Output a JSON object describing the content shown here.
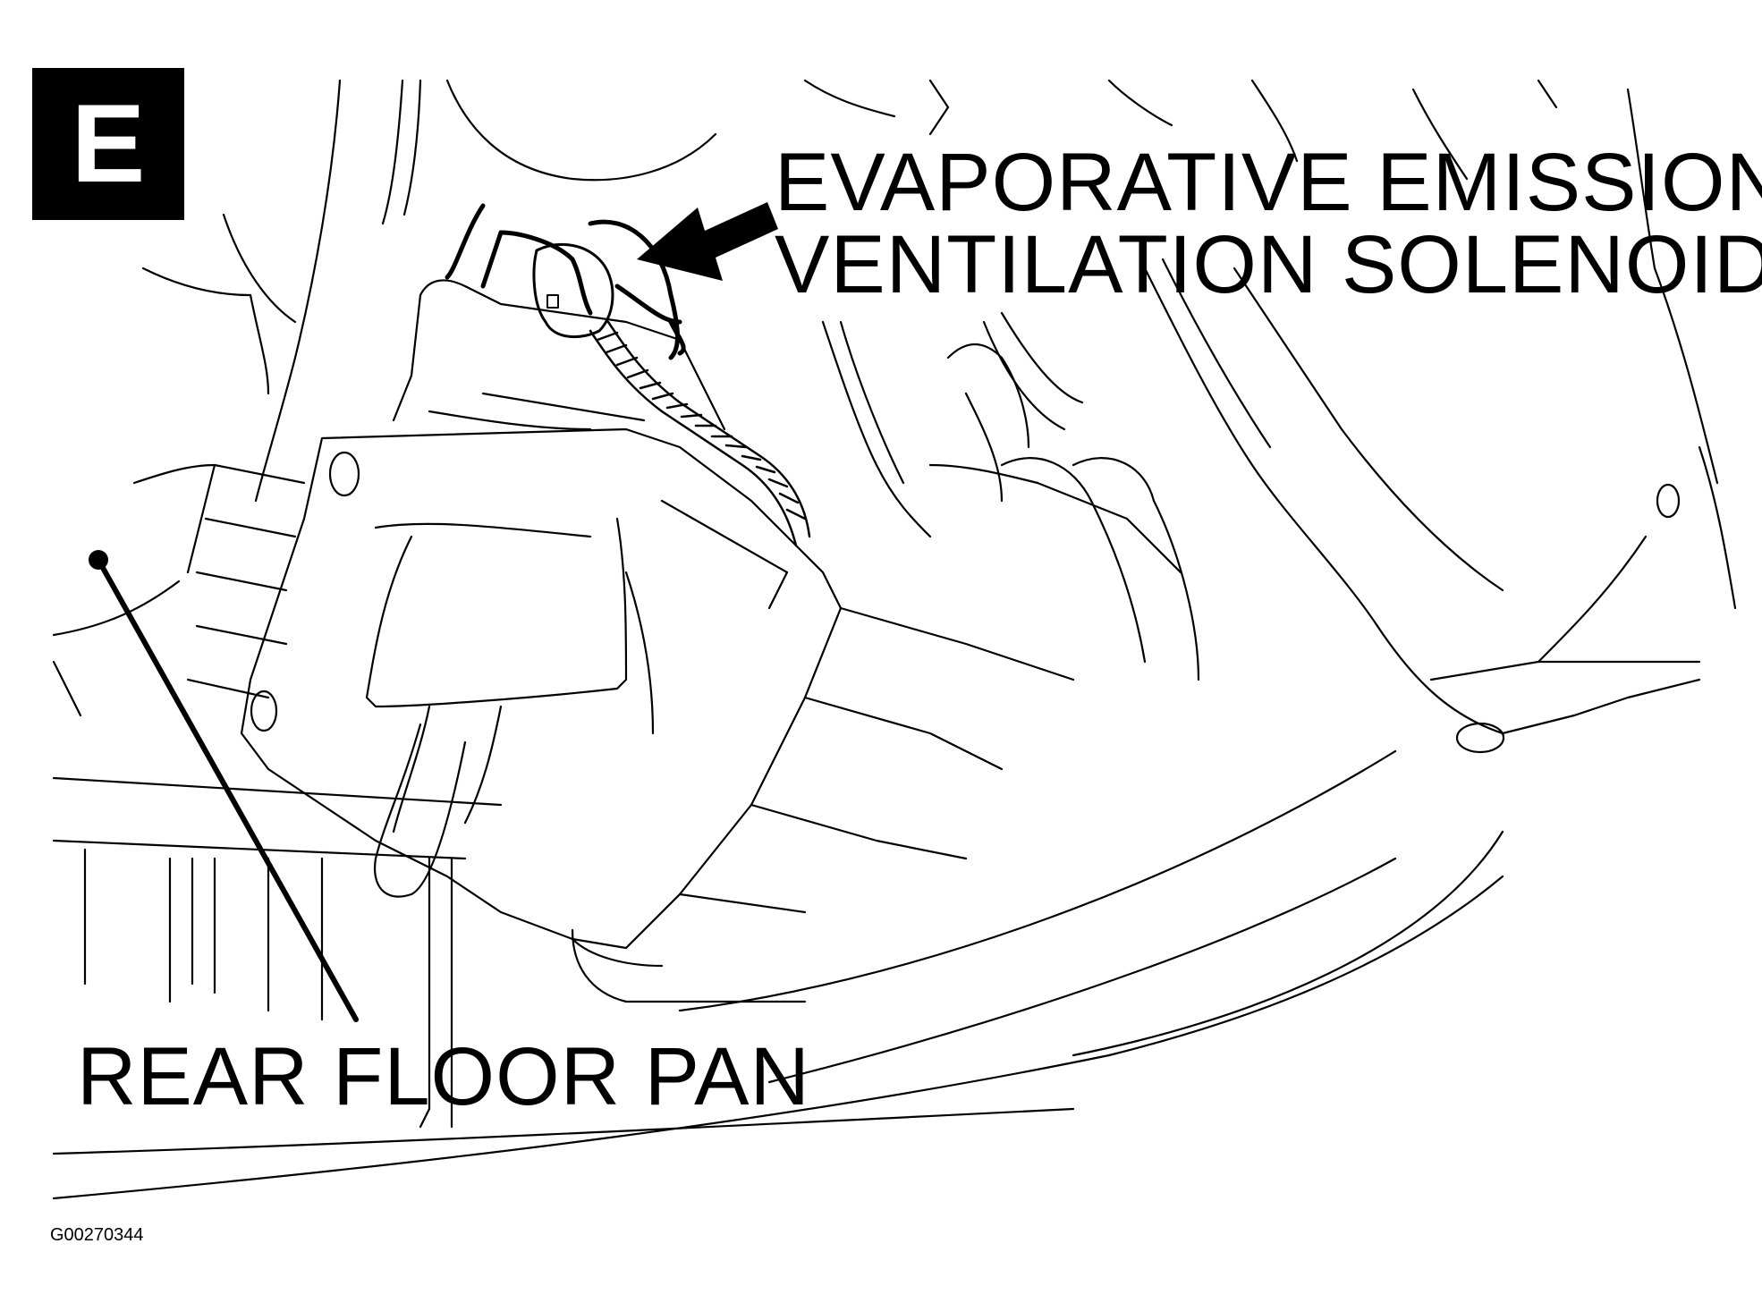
{
  "section_badge": "E",
  "callouts": {
    "solenoid_line1": "EVAPORATIVE EMISSION",
    "solenoid_line2": "VENTILATION SOLENOID",
    "floor_pan": "REAR FLOOR PAN"
  },
  "figure_id": "G00270344",
  "colors": {
    "ink": "#000000",
    "paper": "#ffffff"
  }
}
